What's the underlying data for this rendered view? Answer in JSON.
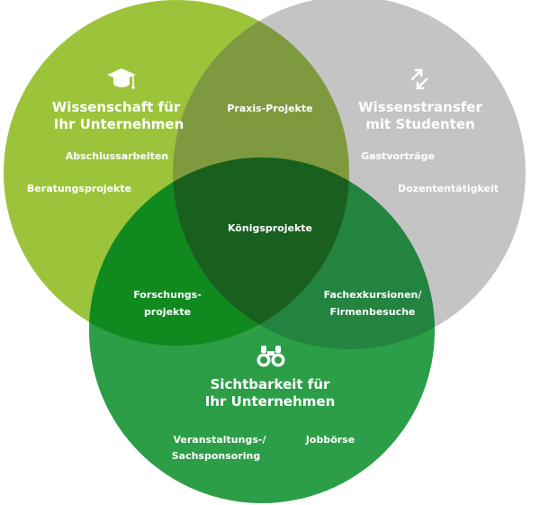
{
  "colors": {
    "green_light": "#9bc43a",
    "gray": "#c4c4c4",
    "green": "#2b9e47",
    "overlap_top": "#7f9a3e",
    "overlap_left": "#108a1e",
    "overlap_right": "#238440",
    "overlap_center": "#19601f",
    "text": "#ffffff"
  },
  "circles": {
    "science": {
      "icon": "graduation-cap-icon",
      "title_line1": "Wissenschaft für",
      "title_line2": "Ihr Unternehmen",
      "items": [
        "Abschlussarbeiten",
        "Beratungsprojekte"
      ]
    },
    "transfer": {
      "icon": "exchange-arrows-icon",
      "title_line1": "Wissenstransfer",
      "title_line2": "mit Studenten",
      "items": [
        "Gastvorträge",
        "Dozententätigkeit"
      ]
    },
    "visibility": {
      "icon": "binoculars-icon",
      "title_line1": "Sichtbarkeit für",
      "title_line2": "Ihr Unternehmen",
      "items": [
        "Veranstaltungs-/",
        "Sachsponsoring",
        "Jobbörse"
      ]
    }
  },
  "overlaps": {
    "science_transfer": "Praxis-Projekte",
    "science_visibility_line1": "Forschungs-",
    "science_visibility_line2": "projekte",
    "transfer_visibility_line1": "Fachexkursionen/",
    "transfer_visibility_line2": "Firmenbesuche",
    "center": "Königsprojekte"
  }
}
